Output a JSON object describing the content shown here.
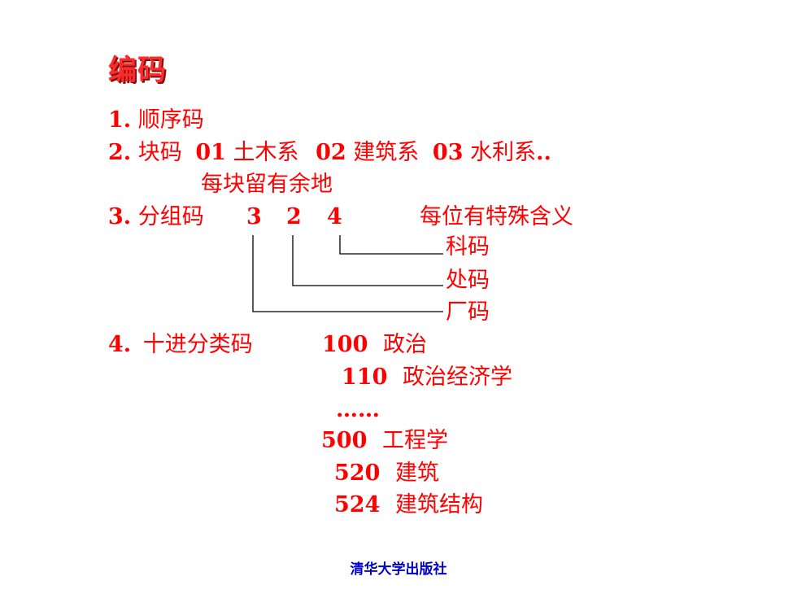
{
  "title": "编码",
  "items": {
    "item1": {
      "num": "1.",
      "text": "顺序码"
    },
    "item2": {
      "num": "2.",
      "label": "块码",
      "code1": "01",
      "name1": "土木系",
      "code2": "02",
      "name2": "建筑系",
      "code3": "03",
      "name3": "水利系",
      "trail": "..",
      "note": "每块留有余地"
    },
    "item3": {
      "num": "3.",
      "label": "分组码",
      "digits": [
        "3",
        "2",
        "4"
      ],
      "note": "每位有特殊含义",
      "branches": [
        "科码",
        "处码",
        "厂码"
      ]
    },
    "item4": {
      "num": "4.",
      "label": "十进分类码",
      "entries": [
        {
          "code": "100",
          "name": "政治"
        },
        {
          "code": "110",
          "name": "政治经济学"
        },
        {
          "code": "……",
          "name": ""
        },
        {
          "code": "500",
          "name": "工程学"
        },
        {
          "code": "520",
          "name": "建筑"
        },
        {
          "code": "524",
          "name": "建筑结构"
        }
      ]
    }
  },
  "footer": "清华大学出版社",
  "colors": {
    "text": "#ff0000",
    "title": "#ff2a2a",
    "footer": "#0000cc",
    "connector": "#000000"
  }
}
